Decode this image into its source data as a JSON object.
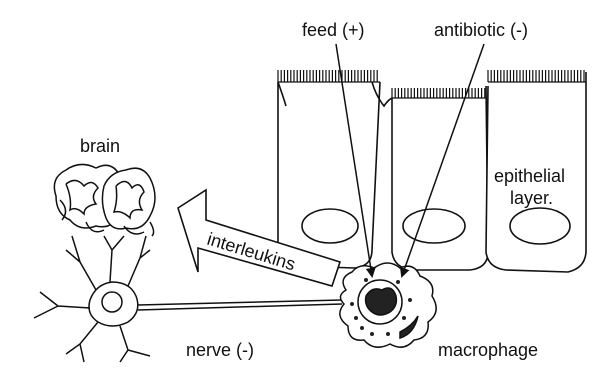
{
  "labels": {
    "feed": "feed (+)",
    "antibiotic": "antibiotic (-)",
    "brain": "brain",
    "epithelial_line1": "epithelial",
    "epithelial_line2": "layer.",
    "interleukins": "interleukins",
    "nerve": "nerve (-)",
    "macrophage": "macrophage"
  },
  "colors": {
    "stroke": "#111111",
    "fill": "#ffffff"
  }
}
